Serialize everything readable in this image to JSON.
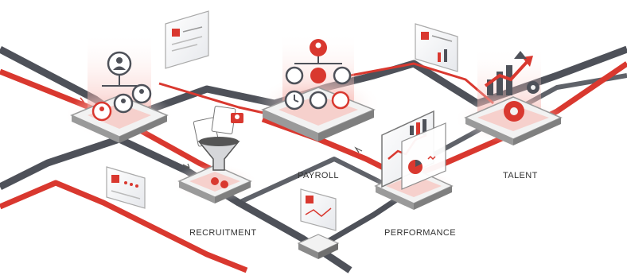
{
  "labels": {
    "recruitment": "RECRUITMENT",
    "payroll": "PAYROLL",
    "performance": "PERFORMANCE",
    "talent": "TALENT"
  },
  "colors": {
    "accent_red": "#d9382f",
    "light_red": "#f3c4c0",
    "pad_top": "#f2f2f2",
    "pad_side": "#9a9a9a",
    "road_dark": "#4e5159",
    "road_red": "#d9382f"
  },
  "icons": [
    "org-people-icon",
    "document-funnel-icon",
    "org-chart-clock-icon",
    "analytics-dashboard-icon",
    "growth-gear-icon",
    "profile-card-icon"
  ]
}
